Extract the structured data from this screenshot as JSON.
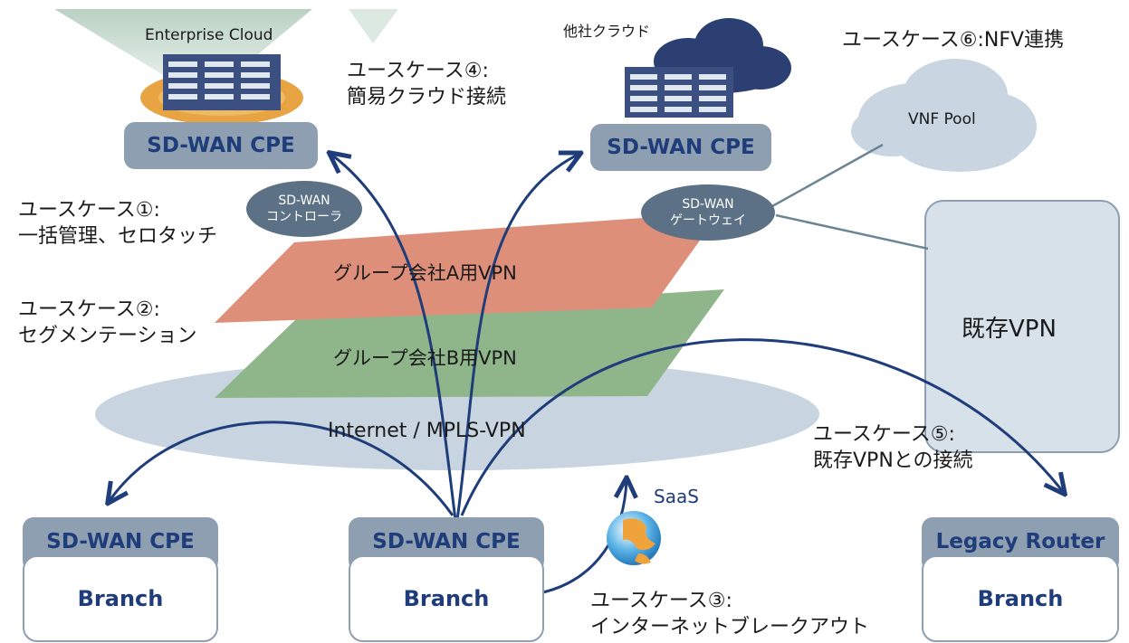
{
  "colors": {
    "cpe_gray": "#8d9fb0",
    "brand_blue": "#1f3d7a",
    "arrow_blue": "#1f3d7a",
    "vpn_a": "#de8f7a",
    "vpn_b": "#8fb58a",
    "internet_ellipse": "#c8d5e0",
    "legacy_vpn": "#d7e1ea",
    "controller": "#5c7186"
  },
  "top": {
    "enterprise_cloud_label": "Enterprise Cloud",
    "enterprise_cpe": "SD-WAN CPE",
    "other_cloud_label": "他社クラウド",
    "other_cpe": "SD-WAN CPE"
  },
  "usecases": {
    "uc1": {
      "title": "ユースケース①:",
      "desc": "一括管理、セロタッチ"
    },
    "uc2": {
      "title": "ユースケース②:",
      "desc": "セグメンテーション"
    },
    "uc3": {
      "title": "ユースケース③:",
      "desc": "インターネットブレークアウト"
    },
    "uc4": {
      "title": "ユースケース④:",
      "desc": "簡易クラウド接続"
    },
    "uc5": {
      "title": "ユースケース⑤:",
      "desc": "既存VPNとの接続"
    },
    "uc6": {
      "title": "ユースケース⑥:NFV連携"
    }
  },
  "network": {
    "vnf_pool": "VNF Pool",
    "controller_line1": "SD-WAN",
    "controller_line2": "コントローラ",
    "gateway_line1": "SD-WAN",
    "gateway_line2": "ゲートウェイ",
    "vpn_a": "グループ会社A用VPN",
    "vpn_b": "グループ会社B用VPN",
    "internet": "Internet / MPLS-VPN",
    "legacy_vpn": "既存VPN",
    "saas": "SaaS"
  },
  "branches": [
    {
      "device": "SD-WAN CPE",
      "site": "Branch"
    },
    {
      "device": "SD-WAN CPE",
      "site": "Branch"
    },
    {
      "device": "Legacy Router",
      "site": "Branch"
    }
  ]
}
